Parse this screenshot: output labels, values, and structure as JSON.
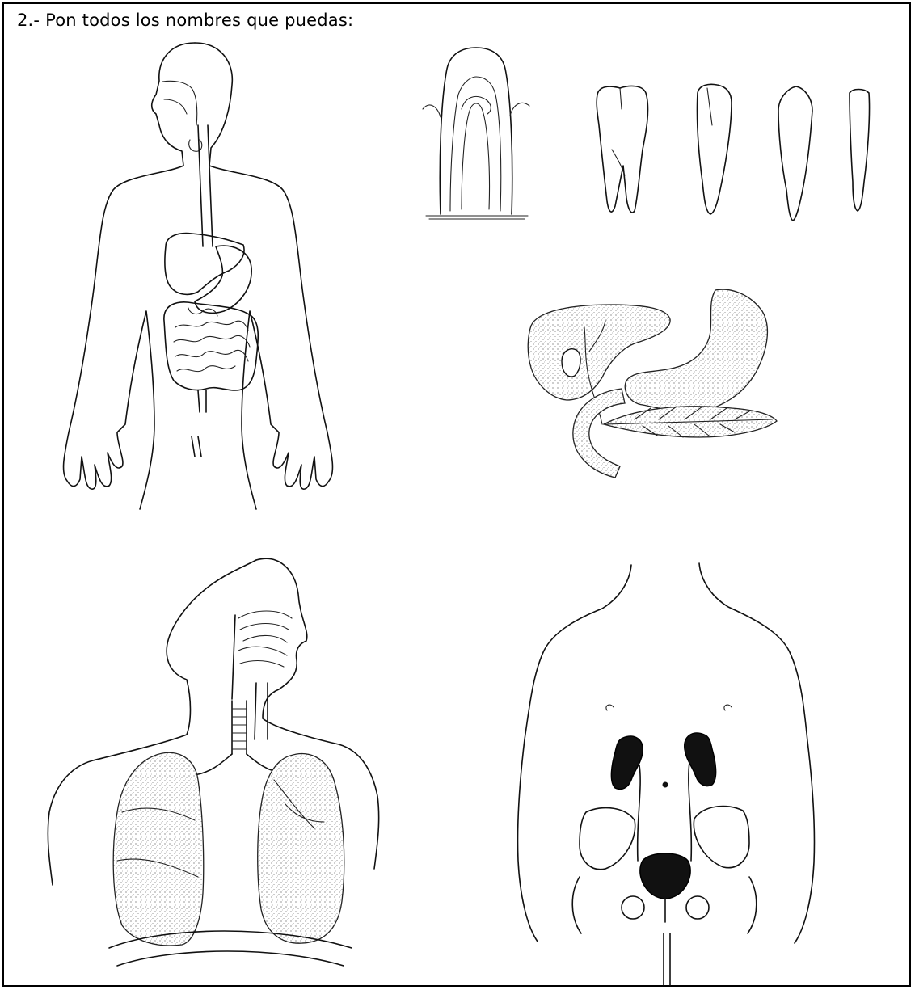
{
  "worksheet": {
    "instruction": "2.- Pon todos los nombres que puedas:"
  },
  "figures": [
    {
      "id": "digestive-system",
      "icon": "digestive-system-icon"
    },
    {
      "id": "tooth-section",
      "icon": "tooth-cross-section-icon"
    },
    {
      "id": "tooth-types",
      "icon": "tooth-types-icon"
    },
    {
      "id": "liver-stomach-pancreas",
      "icon": "liver-stomach-pancreas-icon"
    },
    {
      "id": "respiratory-system",
      "icon": "respiratory-system-icon"
    },
    {
      "id": "urinary-system",
      "icon": "urinary-system-icon"
    }
  ]
}
